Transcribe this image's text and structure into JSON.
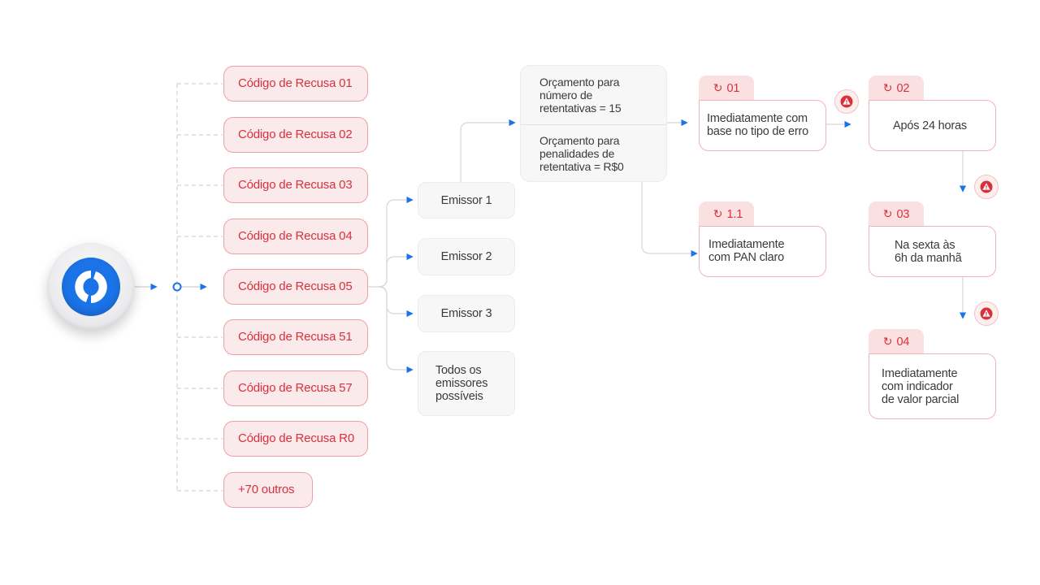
{
  "logo": {
    "icon": "sync-logo-icon",
    "color": "#1b73e8"
  },
  "refusal_codes": [
    "Código de Recusa 01",
    "Código de Recusa 02",
    "Código de Recusa 03",
    "Código de Recusa 04",
    "Código de Recusa 05",
    "Código de Recusa 51",
    "Código de Recusa 57",
    "Código de Recusa R0",
    "+70 outros"
  ],
  "issuers": [
    "Emissor 1",
    "Emissor 2",
    "Emissor 3",
    "Todos os\nemissores\npossíveis"
  ],
  "budget": {
    "retries": "Orçamento para\nnúmero de\nretentativas = 15",
    "penalties": "Orçamento para\npenalidades de\nretentativa = R$0"
  },
  "steps": [
    {
      "tab": "01",
      "text": "Imediatamente com\nbase no tipo de erro"
    },
    {
      "tab": "1.1",
      "text": "Imediatamente\ncom PAN claro"
    },
    {
      "tab": "02",
      "text": "Após 24 horas"
    },
    {
      "tab": "03",
      "text": "Na sexta às\n6h da manhã"
    },
    {
      "tab": "04",
      "text": "Imediatamente\ncom indicador\nde valor parcial"
    }
  ],
  "colors": {
    "accent_red": "#d8313c",
    "code_fill": "#fbeaeb",
    "code_border": "#eca0a6",
    "arrow_blue": "#1b73e8",
    "line_gray": "#cfcfcf"
  }
}
